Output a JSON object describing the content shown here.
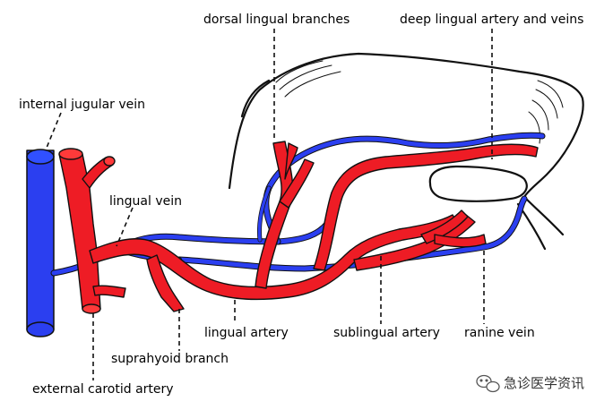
{
  "labels": {
    "dorsal_lingual_branches": "dorsal lingual branches",
    "deep_lingual": "deep lingual artery and veins",
    "internal_jugular_vein": "internal jugular vein",
    "lingual_vein": "lingual vein",
    "lingual_artery": "lingual artery",
    "sublingual_artery": "sublingual artery",
    "ranine_vein": "ranine vein",
    "suprahyoid_branch": "suprahyoid branch",
    "external_carotid_artery": "external carotid artery"
  },
  "watermark": {
    "text": "急诊医学资讯",
    "icon": "wechat-icon"
  },
  "colors": {
    "artery": "#ee1c25",
    "vein": "#2b3ff0",
    "outline": "#111111"
  }
}
